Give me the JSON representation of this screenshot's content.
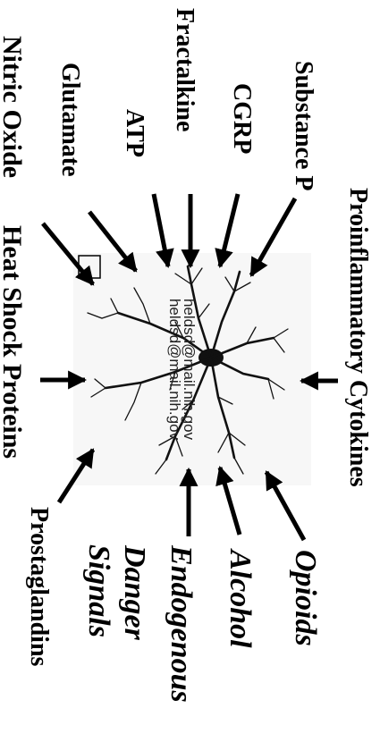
{
  "labels": {
    "nitric_oxide": "Nitric Oxide",
    "heat_shock_proteins": "Heat Shock Proteins",
    "glutamate": "Glutamate",
    "fractalkine": "Fractalkine",
    "atp": "ATP",
    "cgrp": "CGRP",
    "substance_p": "Substance P",
    "proinflammatory_cytokines": "Proinflammatory Cytokines",
    "prostaglandins": "Prostaglandins",
    "danger_signals": "Danger Signals",
    "endogenous": "Endogenous",
    "alcohol": "Alcohol",
    "opioids": "Opioids"
  },
  "watermark": {
    "line1": "heldsd@mail.nih.gov",
    "line2": "heldsd@mail.nih.gov"
  },
  "colors": {
    "text": "#000000",
    "panel": "#f7f7f7",
    "cell": "#1a1a1a",
    "background": "#ffffff"
  }
}
